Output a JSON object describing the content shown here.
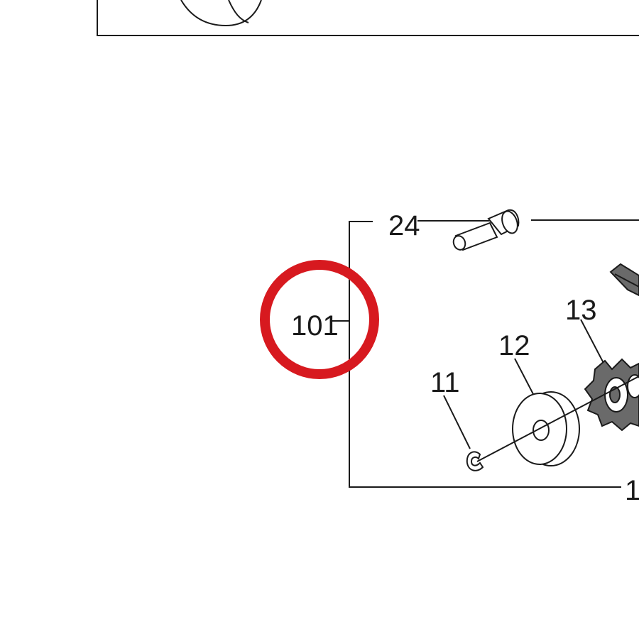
{
  "diagram": {
    "callouts": [
      {
        "id": "101",
        "label": "101"
      },
      {
        "id": "24",
        "label": "24"
      },
      {
        "id": "13",
        "label": "13"
      },
      {
        "id": "12",
        "label": "12"
      },
      {
        "id": "11",
        "label": "11"
      },
      {
        "id": "partial",
        "label": "1"
      }
    ],
    "highlight": {
      "target": "101",
      "color": "#d7191f"
    }
  }
}
